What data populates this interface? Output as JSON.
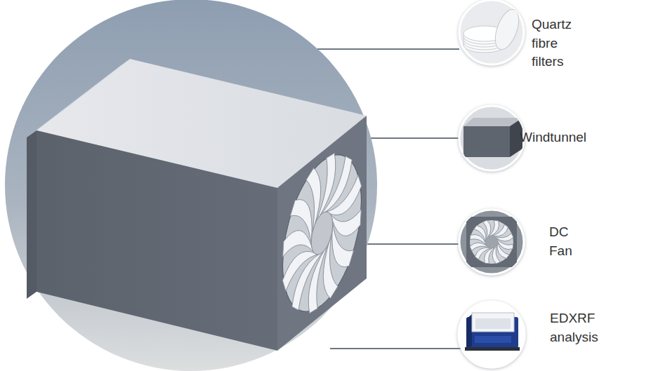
{
  "diagram": {
    "nodes": [
      {
        "text": [
          "Quartz fibre filters"
        ]
      },
      {
        "text": [
          "Windtunnel"
        ]
      },
      {
        "text": [
          "DC Fan"
        ]
      },
      {
        "text": [
          "EDXRF analysis"
        ]
      }
    ]
  }
}
